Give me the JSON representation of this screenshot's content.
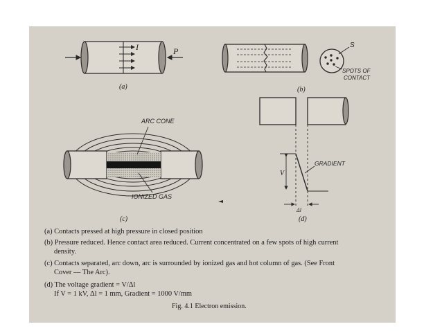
{
  "figure": {
    "panel_a": {
      "label": "(a)",
      "current_symbol": "I",
      "pressure_symbol": "P"
    },
    "panel_b": {
      "label": "(b)",
      "spot_symbol": "S",
      "spots_line1": "SPOTS OF",
      "spots_line2": "CONTACT"
    },
    "panel_c": {
      "label": "(c)",
      "arc_cone": "ARC CONE",
      "ionized_gas": "IONIZED GAS"
    },
    "panel_d": {
      "label": "(d)",
      "gradient": "GRADIENT",
      "voltage_symbol": "V",
      "delta_l": "Δl"
    }
  },
  "captions": {
    "a": "(a) Contacts pressed at high pressure in closed position",
    "b1": "(b) Pressure reduced. Hence contact area reduced. Current concentrated on a few spots of high current",
    "b2": "density.",
    "c1": "(c) Contacts separated, arc down, arc is surrounded by ionized gas and hot column of gas. (See Front",
    "c2": "Cover — The Arc).",
    "d1": "(d) The voltage gradient = V/Δl",
    "d2": "If V = 1 kV, Δl = 1 mm, Gradient = 1000 V/mm",
    "fig_title": "Fig. 4.1 Electron emission."
  }
}
